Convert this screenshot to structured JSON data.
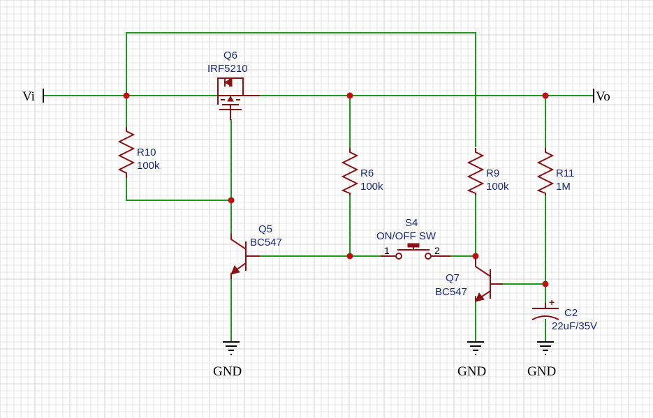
{
  "nets": {
    "input": "Vi",
    "output": "Vo",
    "ground": "GND"
  },
  "components": {
    "q6": {
      "ref": "Q6",
      "value": "IRF5210"
    },
    "r10": {
      "ref": "R10",
      "value": "100k"
    },
    "r6": {
      "ref": "R6",
      "value": "100k"
    },
    "r9": {
      "ref": "R9",
      "value": "100k"
    },
    "r11": {
      "ref": "R11",
      "value": "1M"
    },
    "q5": {
      "ref": "Q5",
      "value": "BC547"
    },
    "q7": {
      "ref": "Q7",
      "value": "BC547"
    },
    "s4": {
      "ref": "S4",
      "value": "ON/OFF SW",
      "pin1": "1",
      "pin2": "2"
    },
    "c2": {
      "ref": "C2",
      "value": "22uF/35V",
      "polarity": "+"
    }
  },
  "colors": {
    "wire": "#1a9a1a",
    "component": "#8b1212",
    "junction": "#c01010",
    "label": "#1a2a7a",
    "ground": "#000000"
  }
}
